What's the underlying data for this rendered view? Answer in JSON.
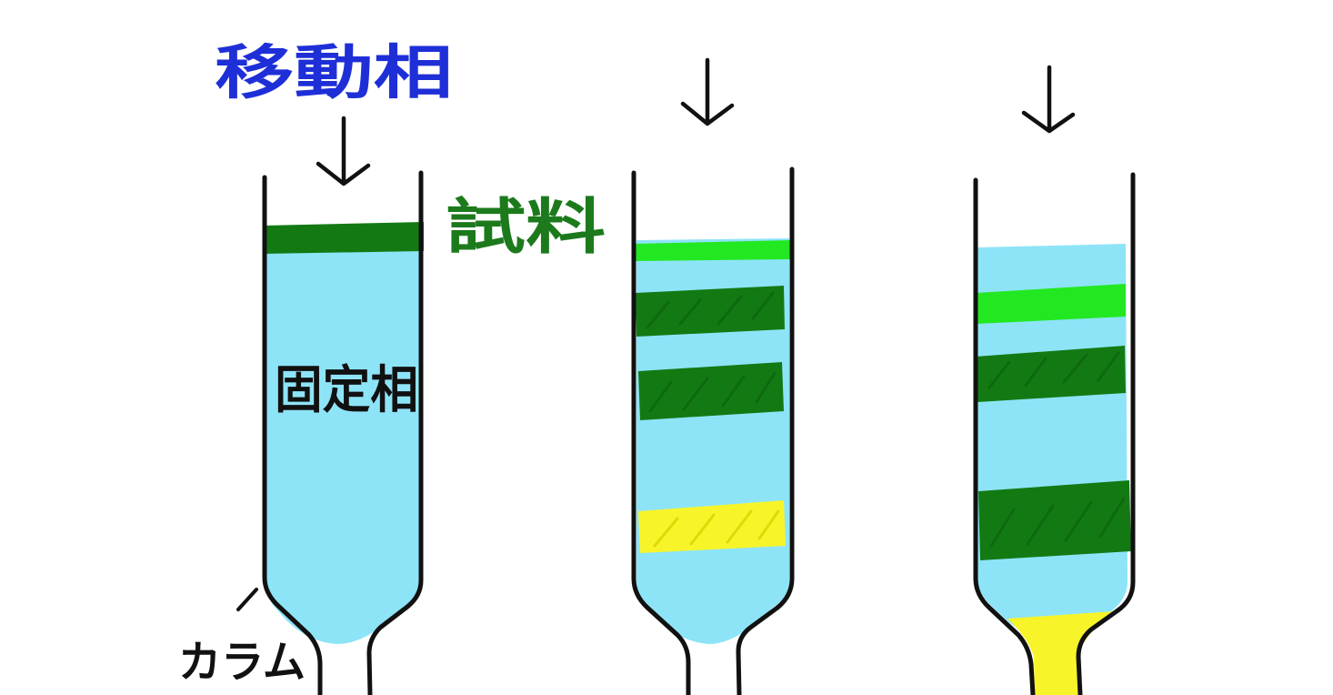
{
  "labels": {
    "mobile_phase": "移動相",
    "sample": "試料",
    "stationary_phase": "固定相",
    "column": "カラム"
  },
  "colors": {
    "mobile_phase_text": "#1e2fd8",
    "sample_text": "#1c7a1c",
    "outline": "#111111",
    "stationary_fill": "#8ee4f7",
    "dark_green_band": "#137a13",
    "light_green_band": "#22e822",
    "yellow_band": "#f7f52a"
  },
  "columns": [
    {
      "name": "column-initial",
      "arrow": "down-arrow",
      "bands": [
        {
          "color": "dark_green",
          "label": "sample"
        }
      ]
    },
    {
      "name": "column-separating",
      "arrow": "down-arrow",
      "bands": [
        {
          "color": "light_green"
        },
        {
          "color": "dark_green"
        },
        {
          "color": "dark_green"
        },
        {
          "color": "yellow"
        }
      ]
    },
    {
      "name": "column-eluting",
      "arrow": "down-arrow",
      "bands": [
        {
          "color": "light_green"
        },
        {
          "color": "dark_green"
        },
        {
          "color": "dark_green"
        }
      ],
      "eluting": "yellow"
    }
  ]
}
